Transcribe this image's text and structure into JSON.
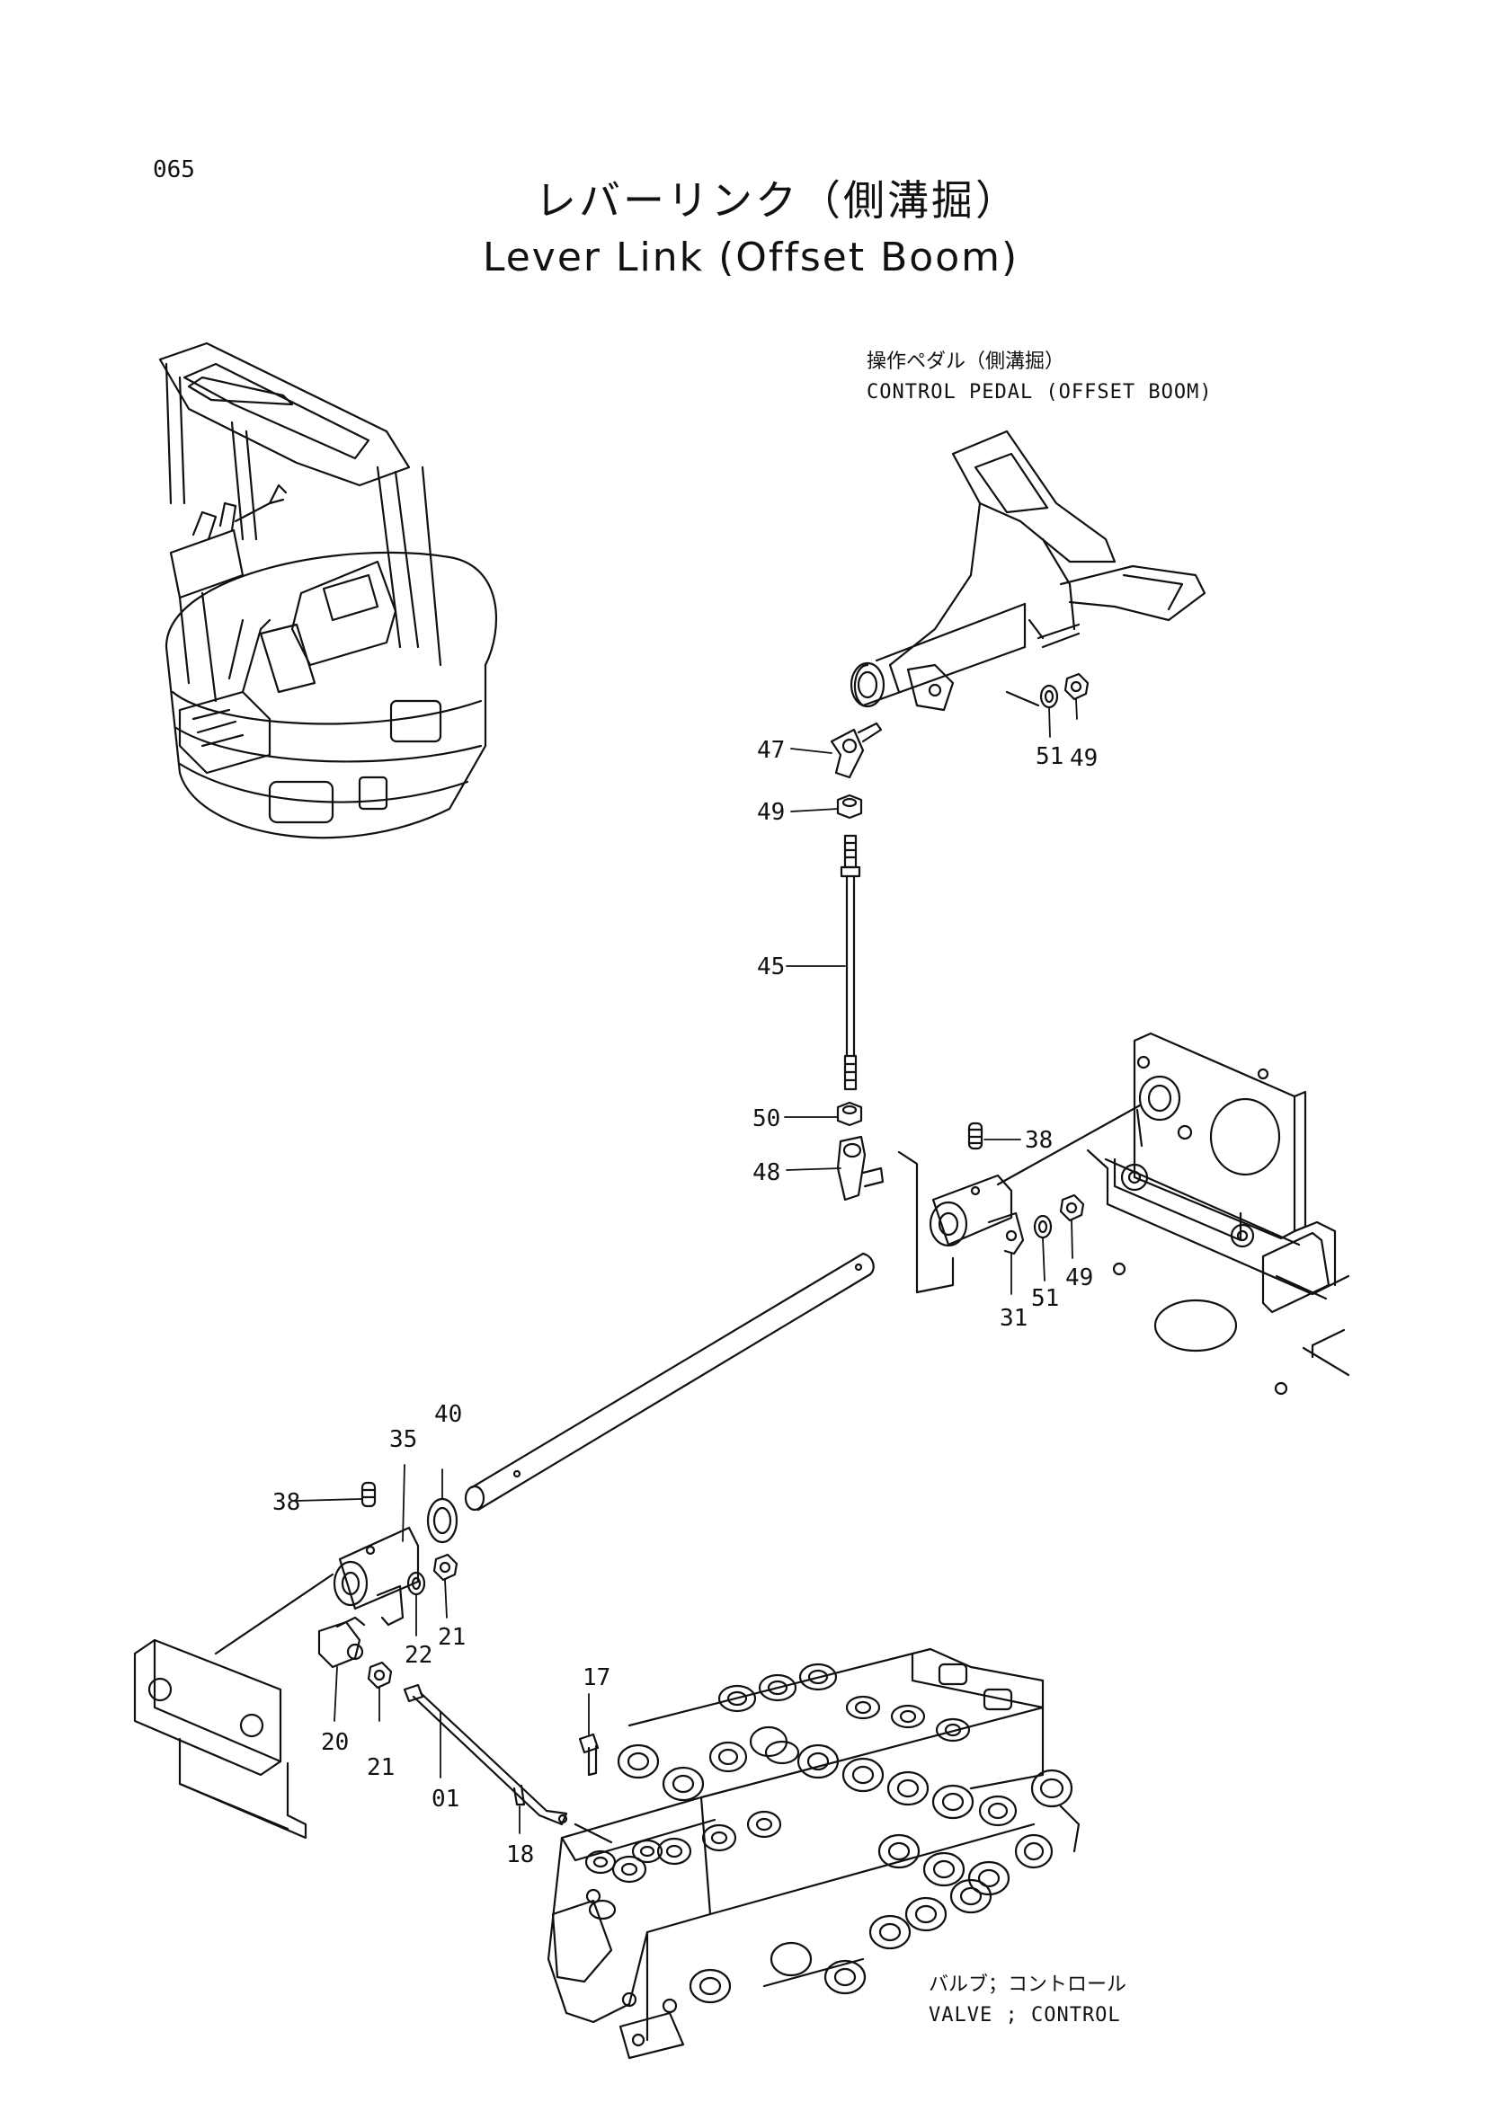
{
  "page": {
    "number": "065"
  },
  "title": {
    "jp": "レバーリンク（側溝掘）",
    "en": "Lever Link (Offset Boom)"
  },
  "callouts": {
    "pedal": {
      "jp": "操作ペダル（側溝掘）",
      "en": "CONTROL PEDAL (OFFSET BOOM)"
    },
    "valve": {
      "jp": "バルブ；コントロール",
      "en": "VALVE ; CONTROL"
    }
  },
  "part_labels": [
    "47",
    "51",
    "49",
    "49",
    "45",
    "50",
    "48",
    "38",
    "51",
    "49",
    "31",
    "40",
    "35",
    "38",
    "22",
    "21",
    "20",
    "21",
    "17",
    "01",
    "18"
  ]
}
